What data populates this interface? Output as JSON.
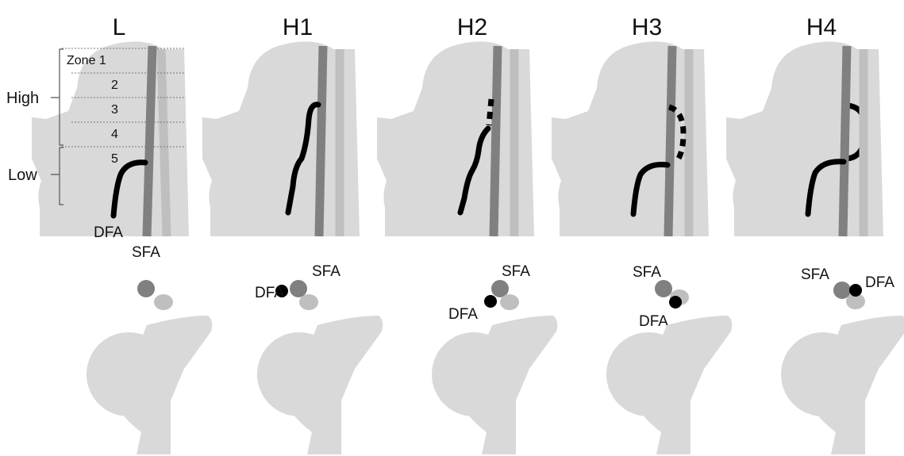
{
  "panels": [
    {
      "title": "L"
    },
    {
      "title": "H1"
    },
    {
      "title": "H2"
    },
    {
      "title": "H3"
    },
    {
      "title": "H4"
    }
  ],
  "zones": {
    "labels": [
      "Zone 1",
      "2",
      "3",
      "4",
      "5"
    ],
    "high_label": "High",
    "low_label": "Low"
  },
  "vessels": {
    "dfa": "DFA",
    "sfa": "SFA"
  },
  "colors": {
    "bone": "#d9d9d9",
    "sfa": "#808080",
    "vein": "#bfbfbf",
    "dfa": "#000000"
  }
}
